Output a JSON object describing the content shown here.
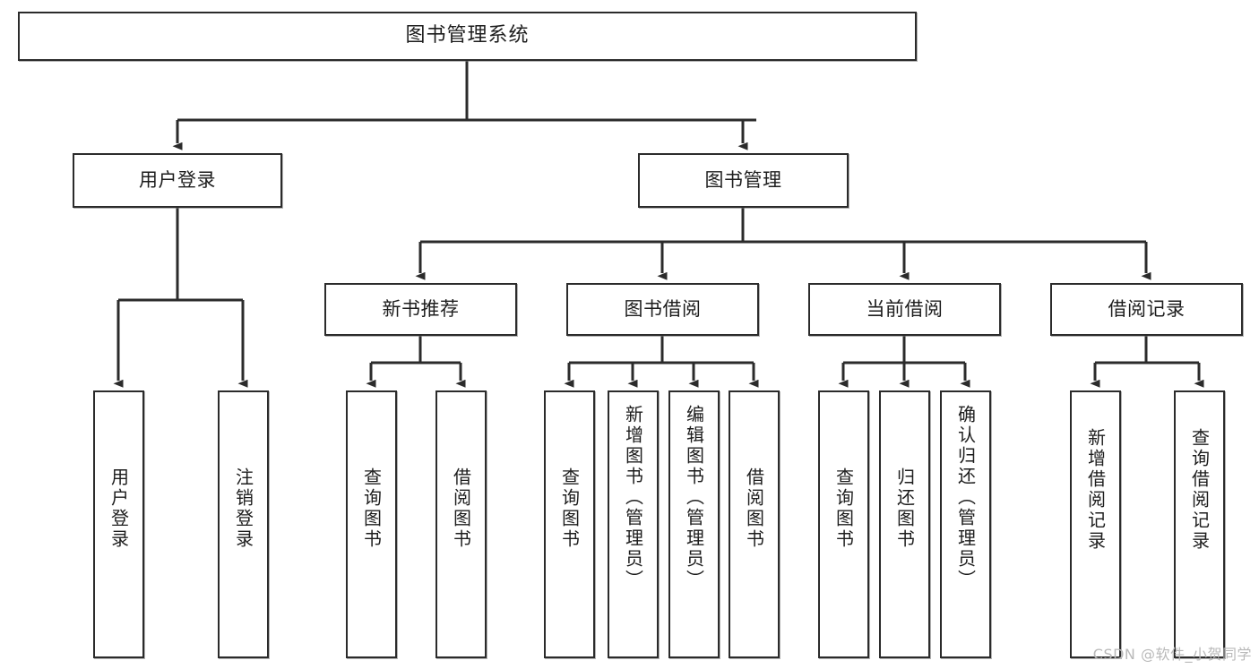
{
  "diagram": {
    "type": "tree",
    "title": "图书管理系统",
    "watermark": "CSDN @软件_小贺同学",
    "colors": {
      "border": "#2b2b2b",
      "background": "#ffffff",
      "text": "#1d1d1d",
      "watermark": "#b9b9b9"
    },
    "nodes": {
      "root": {
        "label": "图书管理系统"
      },
      "level2": [
        {
          "id": "user-login",
          "label": "用户登录"
        },
        {
          "id": "book-manage",
          "label": "图书管理"
        }
      ],
      "level3": [
        {
          "id": "new-book-rec",
          "label": "新书推荐"
        },
        {
          "id": "book-borrow",
          "label": "图书借阅"
        },
        {
          "id": "current-borrow",
          "label": "当前借阅"
        },
        {
          "id": "borrow-record",
          "label": "借阅记录"
        }
      ],
      "leaves": [
        {
          "id": "leaf-user-login",
          "label": "用户登录",
          "parent": "user-login"
        },
        {
          "id": "leaf-user-logout",
          "label": "注销登录",
          "parent": "user-login"
        },
        {
          "id": "leaf-query-book-1",
          "label": "查询图书",
          "parent": "new-book-rec"
        },
        {
          "id": "leaf-borrow-book-1",
          "label": "借阅图书",
          "parent": "new-book-rec"
        },
        {
          "id": "leaf-query-book-2",
          "label": "查询图书",
          "parent": "book-borrow"
        },
        {
          "id": "leaf-add-book",
          "label": "新增图书（管理员）",
          "parent": "book-borrow"
        },
        {
          "id": "leaf-edit-book",
          "label": "编辑图书（管理员）",
          "parent": "book-borrow"
        },
        {
          "id": "leaf-borrow-book-2",
          "label": "借阅图书",
          "parent": "book-borrow"
        },
        {
          "id": "leaf-query-book-3",
          "label": "查询图书",
          "parent": "current-borrow"
        },
        {
          "id": "leaf-return-book",
          "label": "归还图书",
          "parent": "current-borrow"
        },
        {
          "id": "leaf-confirm-return",
          "label": "确认归还（管理员）",
          "parent": "current-borrow"
        },
        {
          "id": "leaf-add-record",
          "label": "新增借阅记录",
          "parent": "borrow-record"
        },
        {
          "id": "leaf-query-record",
          "label": "查询借阅记录",
          "parent": "borrow-record"
        }
      ]
    }
  }
}
